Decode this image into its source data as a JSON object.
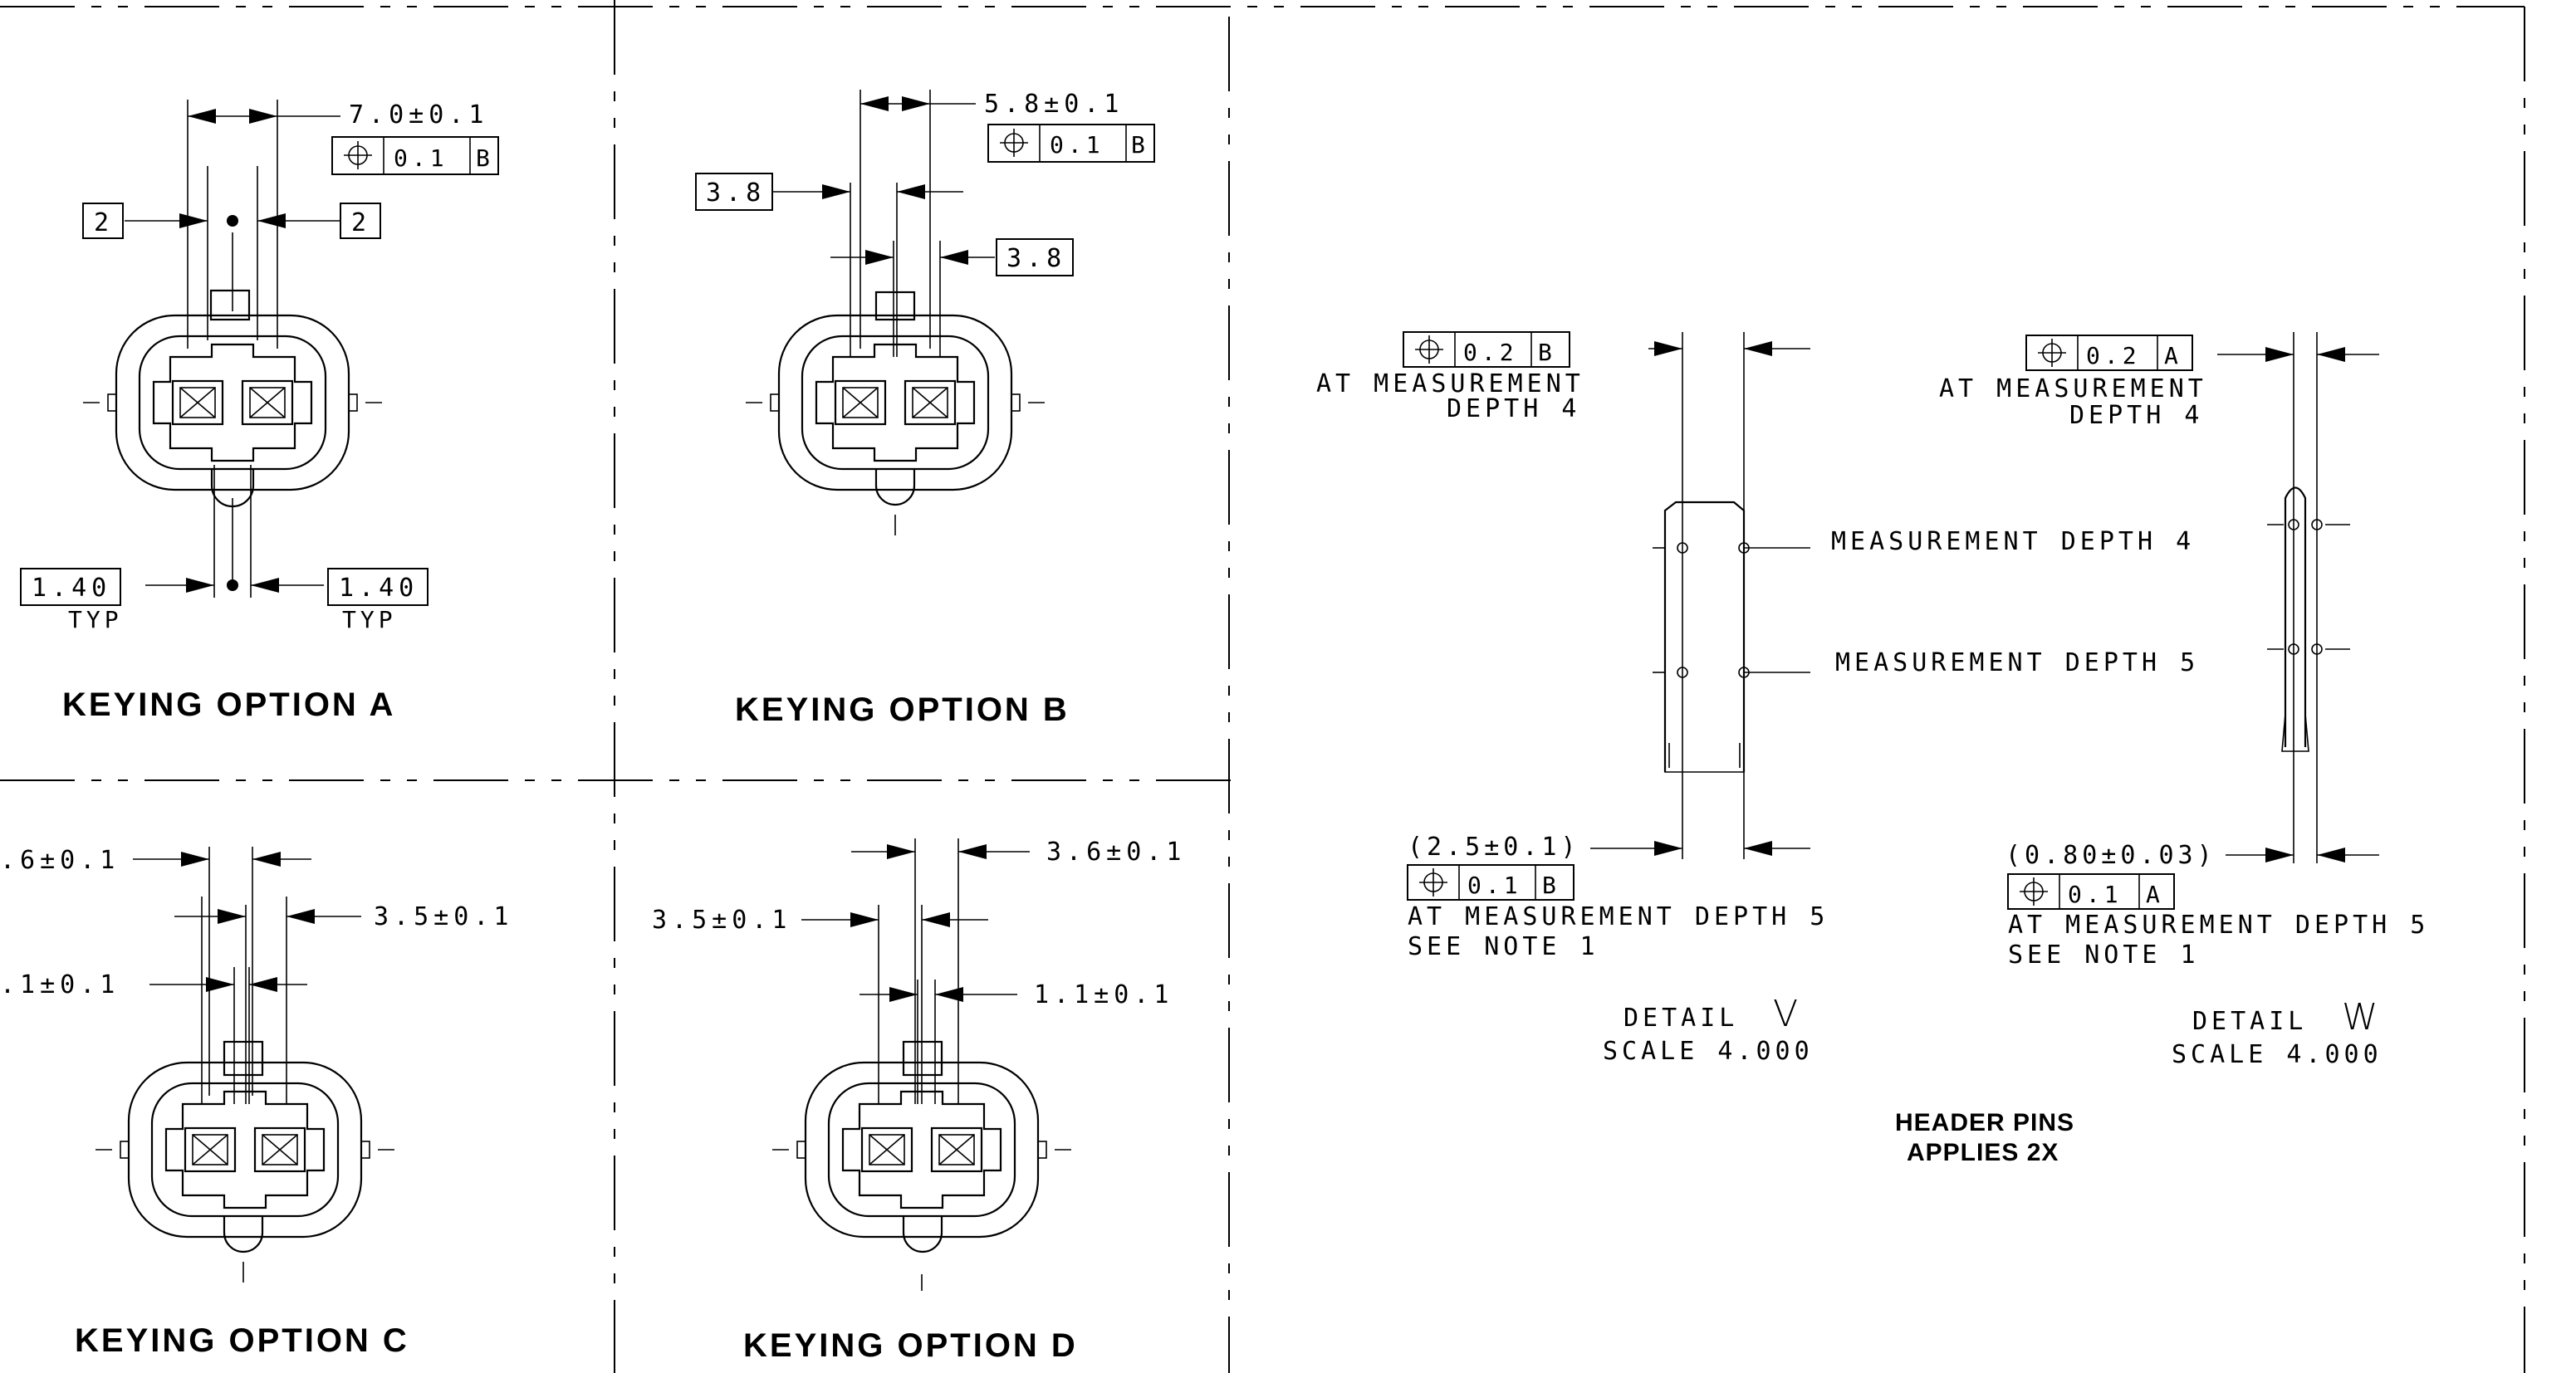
{
  "views": {
    "a": {
      "title": "KEYING OPTION A",
      "dim_top": "7.0±0.1",
      "fcf_value": "0.1",
      "fcf_datum": "B",
      "box_left": "2",
      "box_right": "2",
      "typ_left_value": "1.40",
      "typ_left_note": "TYP",
      "typ_right_value": "1.40",
      "typ_right_note": "TYP"
    },
    "b": {
      "title": "KEYING OPTION B",
      "dim_top": "5.8±0.1",
      "fcf_value": "0.1",
      "fcf_datum": "B",
      "box_left": "3.8",
      "box_right": "3.8"
    },
    "c": {
      "title": "KEYING OPTION  C",
      "dim_1": ".6±0.1",
      "dim_2": "3.5±0.1",
      "dim_3": ".1±0.1"
    },
    "d": {
      "title": "KEYING OPTION D",
      "dim_1": "3.6±0.1",
      "dim_2": "3.5±0.1",
      "dim_3": "1.1±0.1"
    },
    "detail_v": {
      "fcf_top_value": "0.2",
      "fcf_top_datum": "B",
      "note_top_1": "AT MEASUREMENT",
      "note_top_2": "DEPTH 4",
      "depth4": "MEASUREMENT DEPTH 4",
      "depth5": "MEASUREMENT DEPTH 5",
      "dim_bottom": "(2.5±0.1)",
      "fcf_bottom_value": "0.1",
      "fcf_bottom_datum": "B",
      "note_bottom_1": "AT MEASUREMENT DEPTH 5",
      "note_bottom_2": "SEE NOTE 1",
      "detail_label": "DETAIL",
      "detail_letter": "V",
      "scale": "SCALE  4.000"
    },
    "detail_w": {
      "fcf_top_value": "0.2",
      "fcf_top_datum": "A",
      "note_top_1": "AT MEASUREMENT",
      "note_top_2": "DEPTH 4",
      "dim_bottom": "(0.80±0.03)",
      "fcf_bottom_value": "0.1",
      "fcf_bottom_datum": "A",
      "note_bottom_1": "AT MEASUREMENT DEPTH 5",
      "note_bottom_2": "SEE NOTE 1",
      "detail_label": "DETAIL",
      "detail_letter": "W",
      "scale": "SCALE  4.000"
    },
    "header_pins": {
      "line1": "HEADER PINS",
      "line2": "APPLIES 2X"
    }
  },
  "icons": {
    "position_symbol": "position-tolerance-icon"
  }
}
